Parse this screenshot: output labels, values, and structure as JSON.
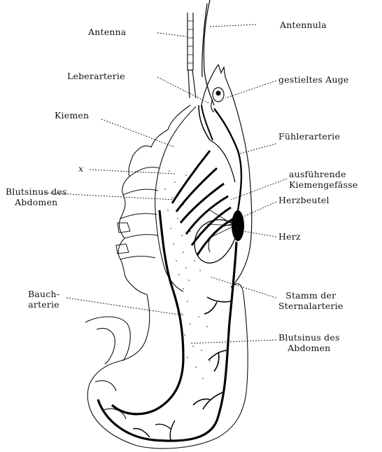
{
  "labels": {
    "antenna": "Antenna",
    "antennula": "Antennula",
    "leberarterie": "Leberarterie",
    "gestieltes_auge": "gestieltes Auge",
    "kiemen": "Kiemen",
    "fuehlerarterie": "Fühlerarterie",
    "x": "x",
    "ausfuehrende_line1": "ausführende",
    "ausfuehrende_line2": "Kiemengefässe",
    "blutsinus_left_line1": "Blutsinus des",
    "blutsinus_left_line2": "Abdomen",
    "herzbeutel": "Herzbeutel",
    "herz": "Herz",
    "bauch_line1": "Bauch-",
    "bauch_line2": "arterie",
    "stamm_line1": "Stamm der",
    "stamm_line2": "Sternalarterie",
    "blutsinus_right_line1": "Blutsinus des",
    "blutsinus_right_line2": "Abdomen"
  },
  "colors": {
    "ink": "#111111",
    "vessel": "#000000",
    "stipple": "#555555"
  }
}
